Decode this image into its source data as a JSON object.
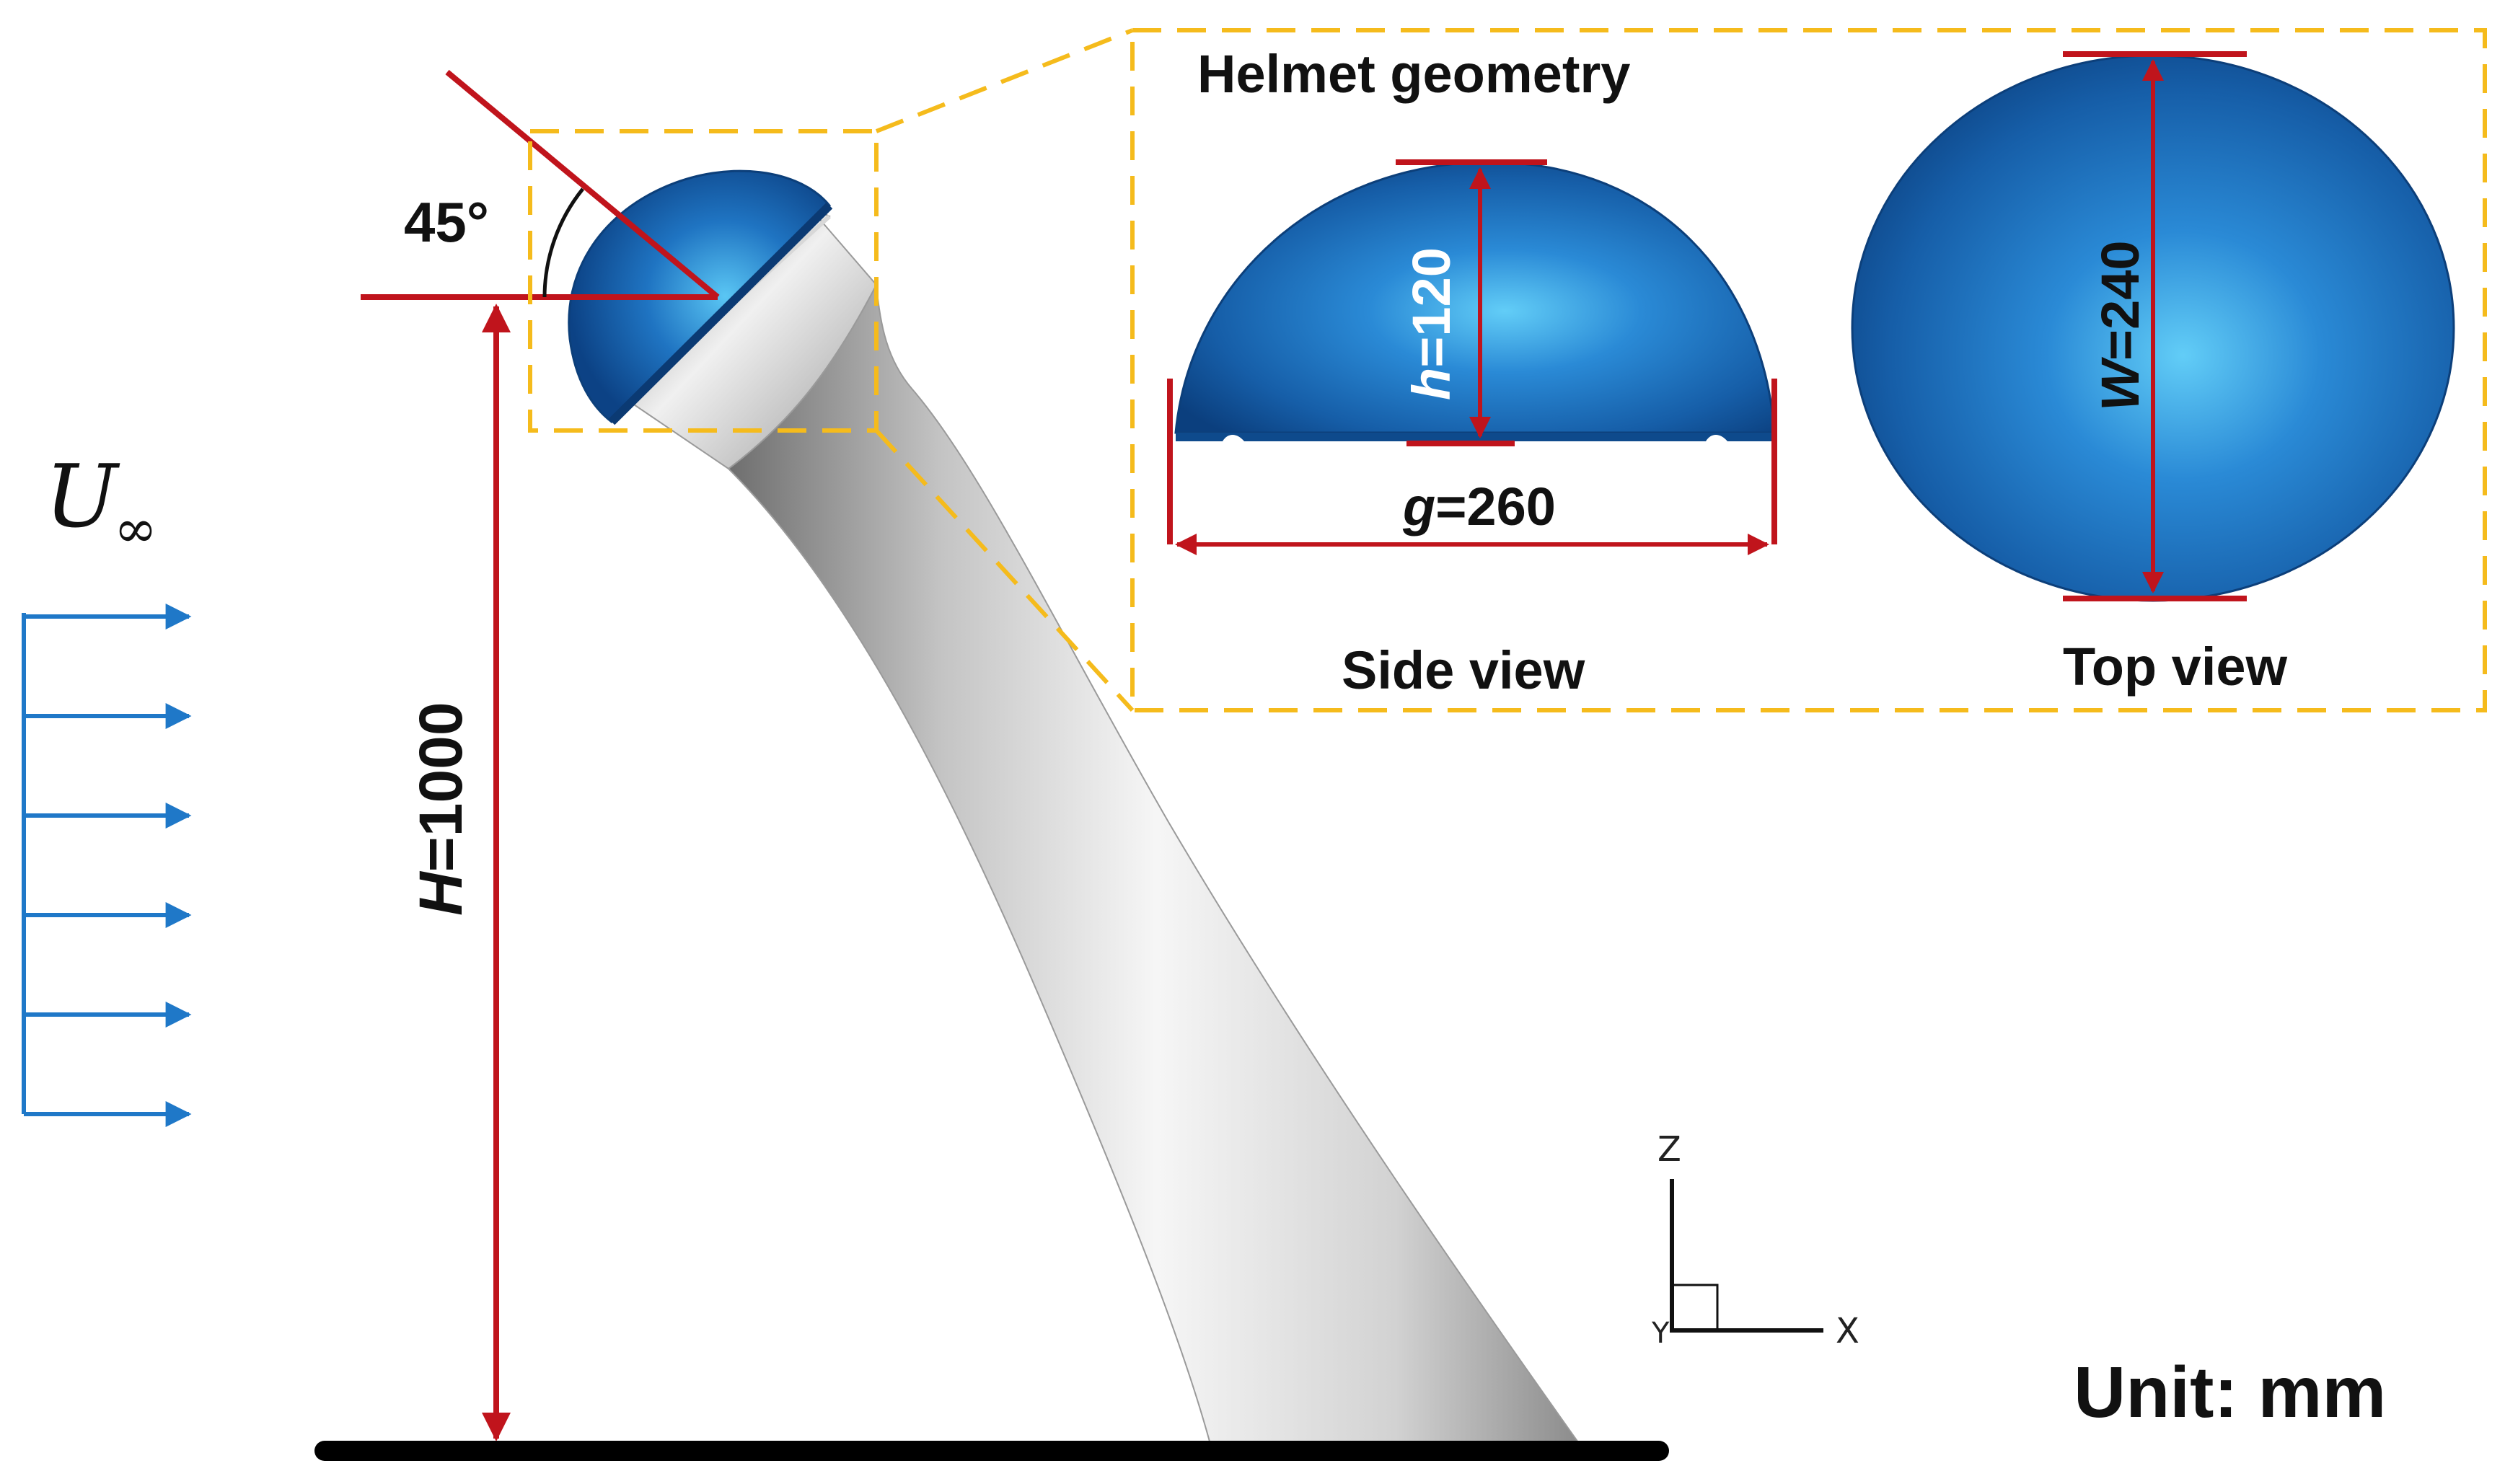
{
  "labels": {
    "angle": "45°",
    "freestream_symbol": "U",
    "freestream_subscript": "∞",
    "height_var": "H",
    "height_val": "=1000",
    "inset_title": "Helmet geometry",
    "h_var": "h",
    "h_val": "=120",
    "g_var": "g",
    "g_val": "=260",
    "w_var": "W",
    "w_val": "=240",
    "side_view": "Side view",
    "top_view": "Top view",
    "unit": "Unit: mm",
    "axis_z": "Z",
    "axis_x": "X",
    "axis_y": "Y"
  },
  "colors": {
    "dimension_red": "#c0141c",
    "flow_blue": "#1f78c8",
    "inset_dash_yellow": "#f5bb1c",
    "helmet_blue": "#1b6fbf",
    "ground_black": "#000000"
  },
  "icons": {
    "flow_arrows": "right-arrow-icon",
    "angle_arc": "arc-icon",
    "axis_triad": "xyz-axis-icon"
  }
}
